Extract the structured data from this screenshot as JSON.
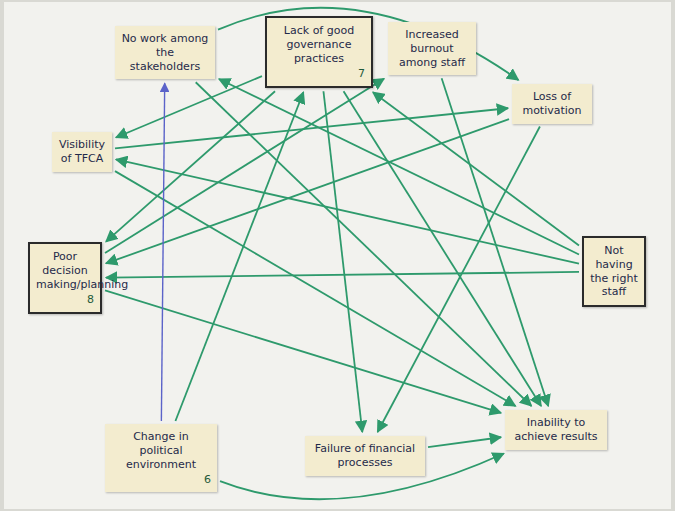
{
  "diagram": {
    "nodes": [
      {
        "text": [
          "No work among the stakeholders"
        ]
      },
      {
        "text": [
          "Lack of good governance practices",
          "7"
        ]
      },
      {
        "text": [
          "Increased burnout among staff"
        ]
      },
      {
        "text": [
          "Loss of motivation"
        ]
      },
      {
        "text": [
          "Not having the right staff"
        ]
      },
      {
        "text": [
          "Inability to achieve results"
        ]
      },
      {
        "text": [
          "Failure of financial processes"
        ]
      },
      {
        "text": [
          "Change in political environment",
          "6"
        ]
      },
      {
        "text": [
          "Poor decision making/planning",
          "8"
        ]
      },
      {
        "text": [
          "Visibility of TFCA"
        ]
      }
    ],
    "edges": [
      {
        "from": 1,
        "to": 9,
        "arrow": "to"
      },
      {
        "from": 1,
        "to": 8,
        "arrow": "to"
      },
      {
        "from": 1,
        "to": 6,
        "arrow": "to"
      },
      {
        "from": 1,
        "to": 5,
        "arrow": "to"
      },
      {
        "from": 4,
        "to": 1,
        "arrow": "to"
      },
      {
        "from": 4,
        "to": 9,
        "arrow": "to"
      },
      {
        "from": 4,
        "to": 8,
        "arrow": "to"
      },
      {
        "from": 4,
        "to": 0,
        "arrow": "to"
      },
      {
        "from": 3,
        "to": 8,
        "arrow": "to"
      },
      {
        "from": 3,
        "to": 6,
        "arrow": "to"
      },
      {
        "from": 2,
        "to": 5,
        "arrow": "to"
      },
      {
        "from": 8,
        "to": 2,
        "arrow": "to"
      },
      {
        "from": 9,
        "to": 5,
        "arrow": "to"
      },
      {
        "from": 9,
        "to": 3,
        "arrow": "to"
      },
      {
        "from": 8,
        "to": 5,
        "arrow": "to"
      },
      {
        "from": 0,
        "to": 5,
        "arrow": "to"
      },
      {
        "from": 6,
        "to": 5,
        "arrow": "to"
      },
      {
        "from": 7,
        "to": 0,
        "arrow": "to"
      },
      {
        "from": 7,
        "to": 1,
        "arrow": "to"
      },
      {
        "from": 7,
        "to": 5,
        "arrow": "to"
      },
      {
        "from": 0,
        "to": 3,
        "arrow": "to"
      }
    ]
  }
}
